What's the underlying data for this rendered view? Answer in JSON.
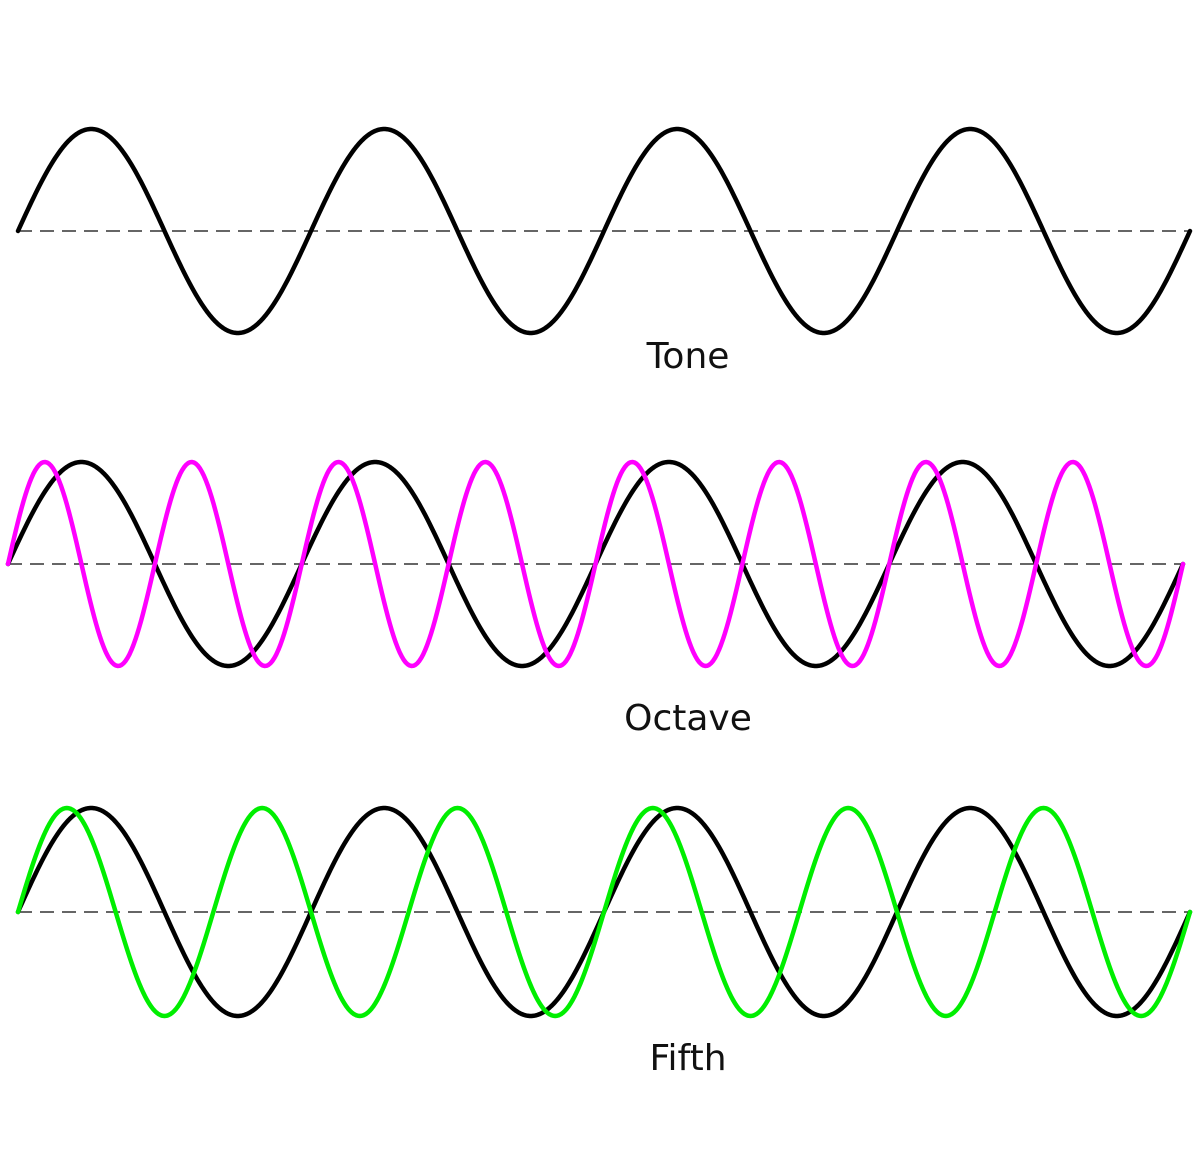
{
  "panels": [
    {
      "id": "tone",
      "label": "Tone",
      "waves": [
        {
          "name": "base",
          "color": "#000000",
          "cycles": 4
        }
      ]
    },
    {
      "id": "octave",
      "label": "Octave",
      "waves": [
        {
          "name": "base",
          "color": "#000000",
          "cycles": 4
        },
        {
          "name": "octave",
          "color": "#ff00ff",
          "cycles": 8
        }
      ]
    },
    {
      "id": "fifth",
      "label": "Fifth",
      "waves": [
        {
          "name": "base",
          "color": "#000000",
          "cycles": 4
        },
        {
          "name": "fifth",
          "color": "#00ee00",
          "cycles": 6
        }
      ]
    }
  ]
}
